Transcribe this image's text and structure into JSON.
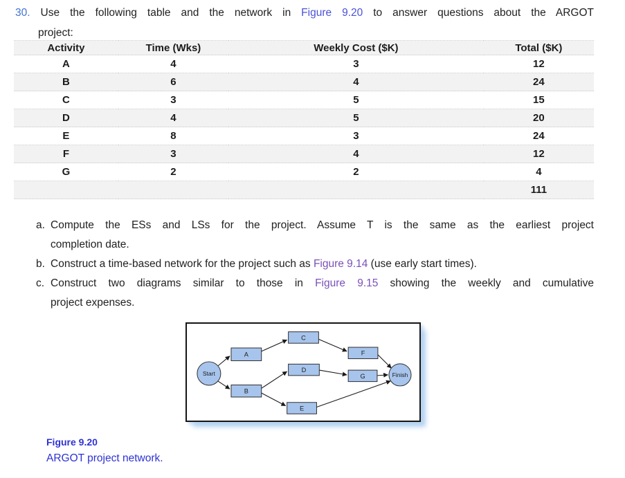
{
  "question": {
    "number": "30.",
    "pre": "Use the following table and the network in ",
    "link": "Figure 9.20",
    "post": " to answer questions about the ARGOT",
    "line2": "project:"
  },
  "table": {
    "headers": [
      "Activity",
      "Time (Wks)",
      "Weekly Cost ($K)",
      "Total ($K)"
    ],
    "rows": [
      [
        "A",
        "4",
        "3",
        "12"
      ],
      [
        "B",
        "6",
        "4",
        "24"
      ],
      [
        "C",
        "3",
        "5",
        "15"
      ],
      [
        "D",
        "4",
        "5",
        "20"
      ],
      [
        "E",
        "8",
        "3",
        "24"
      ],
      [
        "F",
        "3",
        "4",
        "12"
      ],
      [
        "G",
        "2",
        "2",
        "4"
      ]
    ],
    "total": "111"
  },
  "items": {
    "a": {
      "label": "a.",
      "line1": "Compute the ESs and LSs for the project. Assume T is the same as the earliest project",
      "line2": "completion date."
    },
    "b": {
      "label": "b.",
      "pre": "Construct a time-based network for the project such as ",
      "link": "Figure 9.14",
      "post": " (use early start times)."
    },
    "c": {
      "label": "c.",
      "pre": "Construct two diagrams similar to those in ",
      "link": "Figure 9.15",
      "post": " showing the weekly and cumulative",
      "line2": "project expenses."
    }
  },
  "figure": {
    "caption_title": "Figure 9.20",
    "caption_text": "ARGOT project network.",
    "nodes": [
      {
        "id": "start",
        "label": "Start"
      },
      {
        "id": "A",
        "label": "A"
      },
      {
        "id": "B",
        "label": "B"
      },
      {
        "id": "C",
        "label": "C"
      },
      {
        "id": "D",
        "label": "D"
      },
      {
        "id": "E",
        "label": "E"
      },
      {
        "id": "F",
        "label": "F"
      },
      {
        "id": "G",
        "label": "G"
      },
      {
        "id": "finish",
        "label": "Finish"
      }
    ],
    "edges": [
      "Start->A",
      "Start->B",
      "A->C",
      "B->D",
      "B->E",
      "C->F",
      "D->G",
      "F->Finish",
      "G->Finish",
      "E->Finish"
    ]
  },
  "colors": {
    "body_text": "#212121",
    "question_number_blue": "#4173cf",
    "inline_link_blue": "#4a52d8",
    "visited_link_purple": "#7a50b8",
    "caption_blue": "#2d31d3",
    "node_fill": "#a7c4ec",
    "figure_shadow_blue": "#b5d2f1",
    "row_stripe_gray": "#f2f2f2"
  }
}
